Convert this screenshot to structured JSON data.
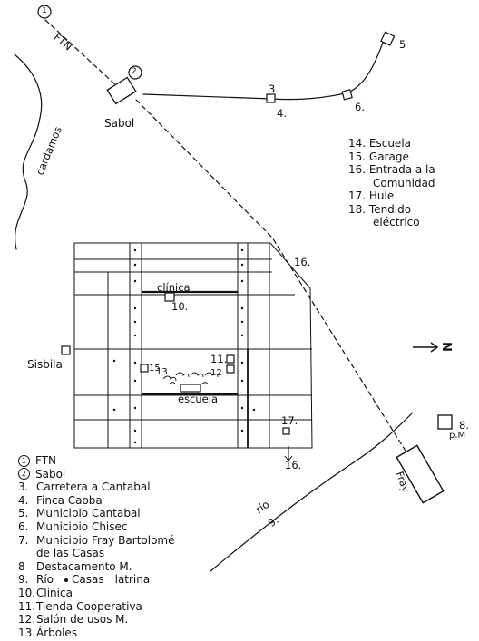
{
  "map_labels": {
    "ftn_num": "1",
    "ftn": "FTN",
    "sabol_num": "2",
    "sabol": "Sabol",
    "cardamomo": "cardamos",
    "n3": "3.",
    "n4": "4.",
    "n5": "5",
    "n6": "6.",
    "n16a": "16.",
    "n16b": "16.",
    "clinica": "clínica",
    "n10": "10.",
    "n11": "11.",
    "n12": "12",
    "n13": "13",
    "n15": "15",
    "n17": "17.",
    "escuela": "escuela",
    "sisbila": "Sisbila",
    "n8": "8.",
    "pm": "p.M",
    "fray": "Fray",
    "rio": "río",
    "rio_num": "9.",
    "north": "N"
  },
  "legend_right": [
    {
      "text": "14.  Escuela"
    },
    {
      "text": "15.  Garage"
    },
    {
      "text": "16.  Entrada a la"
    },
    {
      "text": "Comunidad",
      "indent": true
    },
    {
      "text": "17.  Hule"
    },
    {
      "text": "18.  Tendido"
    },
    {
      "text": "eléctrico",
      "indent": true
    }
  ],
  "legend_bottom": {
    "item1_num": "1",
    "item1": "FTN",
    "item2_num": "2",
    "item2": "Sabol",
    "items_3_8": [
      {
        "num": "3.",
        "text": "Carretera a Cantabal"
      },
      {
        "num": "4.",
        "text": "Finca Caoba"
      },
      {
        "num": "5.",
        "text": "Municipio Cantabal"
      },
      {
        "num": "6.",
        "text": "Municipio Chisec"
      },
      {
        "num": "7.",
        "text": "Municipio Fray Bartolomé"
      },
      {
        "num": "",
        "text": "de las Casas",
        "indent": true
      },
      {
        "num": "8",
        "text": "Destacamento M."
      }
    ],
    "item9_num": "9.",
    "item9": "Río",
    "casas": "Casas",
    "latrina": "latrina",
    "items_10_13": [
      {
        "num": "10.",
        "text": "Clínica"
      },
      {
        "num": "11.",
        "text": "Tienda Cooperativa"
      },
      {
        "num": "12.",
        "text": "Salón de usos M."
      },
      {
        "num": "13.",
        "text": "Árboles"
      }
    ]
  }
}
